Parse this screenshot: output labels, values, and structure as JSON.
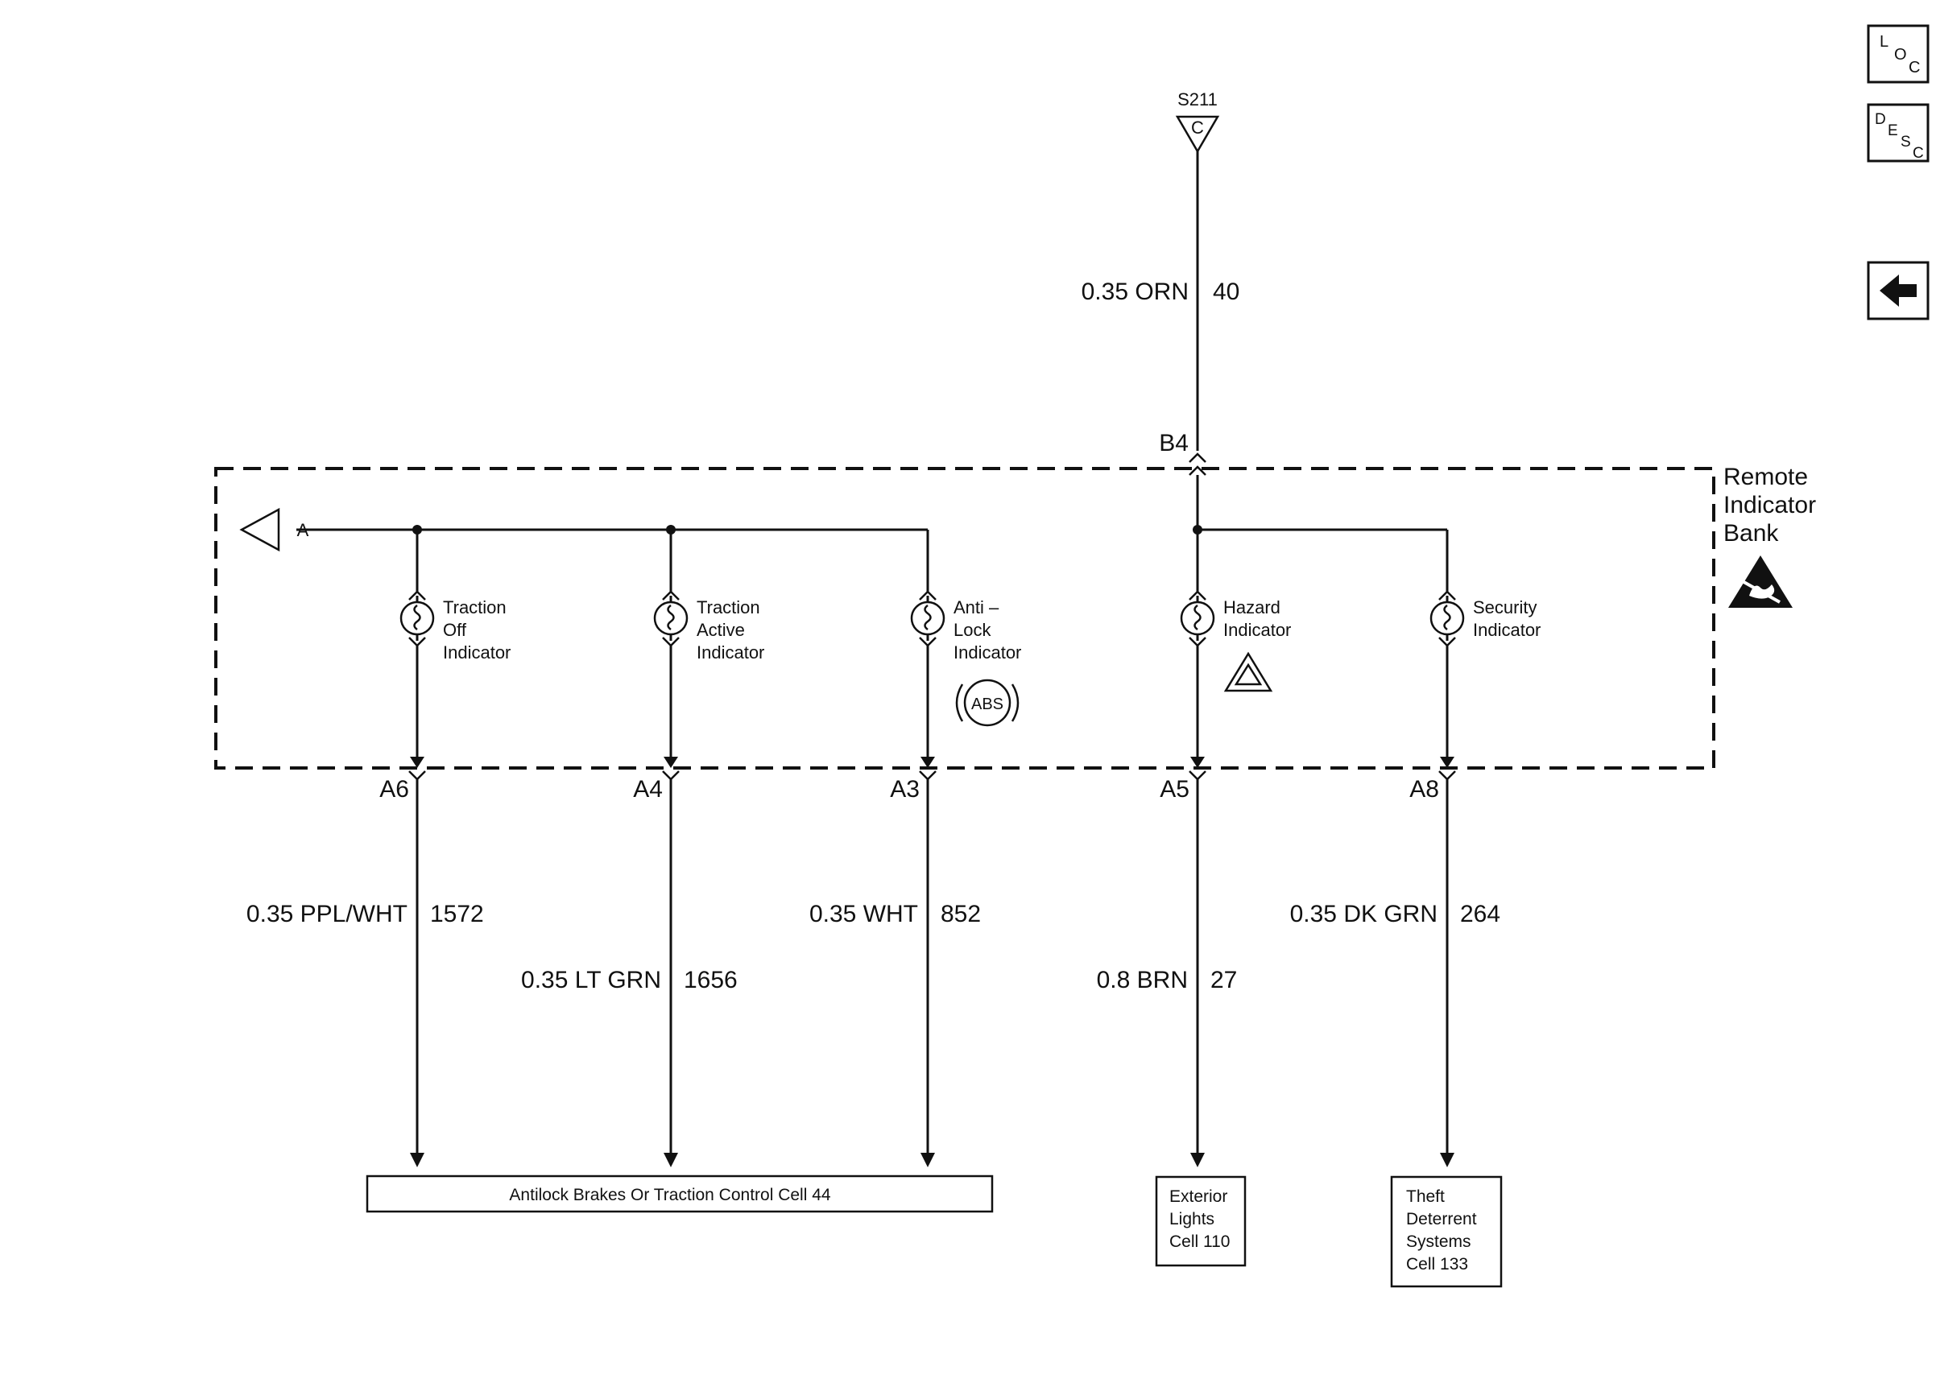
{
  "splice": {
    "name": "S211",
    "letter": "C"
  },
  "feed_wire": {
    "gauge_color": "0.35 ORN",
    "circuit": "40"
  },
  "module": {
    "name_lines": [
      "Remote",
      "Indicator",
      "Bank"
    ],
    "input_pin": "B4",
    "ground_ref": "A"
  },
  "indicators": [
    {
      "label_lines": [
        "Traction",
        "Off",
        "Indicator"
      ],
      "pin": "A6",
      "gauge_color": "0.35 PPL/WHT",
      "circuit": "1572"
    },
    {
      "label_lines": [
        "Traction",
        "Active",
        "Indicator"
      ],
      "pin": "A4",
      "gauge_color": "0.35 LT GRN",
      "circuit": "1656"
    },
    {
      "label_lines": [
        "Anti –",
        "Lock",
        "Indicator"
      ],
      "pin": "A3",
      "gauge_color": "0.35 WHT",
      "circuit": "852",
      "symbol": "ABS"
    },
    {
      "label_lines": [
        "Hazard",
        "Indicator"
      ],
      "pin": "A5",
      "gauge_color": "0.8 BRN",
      "circuit": "27",
      "symbol": "hazard-triangle-icon"
    },
    {
      "label_lines": [
        "Security",
        "Indicator"
      ],
      "pin": "A8",
      "gauge_color": "0.35 DK GRN",
      "circuit": "264"
    }
  ],
  "destinations": {
    "abs": "Antilock Brakes Or Traction Control Cell 44",
    "exterior": [
      "Exterior",
      "Lights",
      "Cell 110"
    ],
    "theft": [
      "Theft",
      "Deterrent",
      "Systems",
      "Cell 133"
    ]
  },
  "nav": {
    "loc": {
      "letters": [
        "L",
        "O",
        "C"
      ]
    },
    "desc": {
      "letters": [
        "D",
        "E",
        "S",
        "C"
      ]
    },
    "back": {
      "icon": "left-arrow-icon"
    }
  },
  "esd": {
    "icon": "esd-sensitive-icon"
  }
}
